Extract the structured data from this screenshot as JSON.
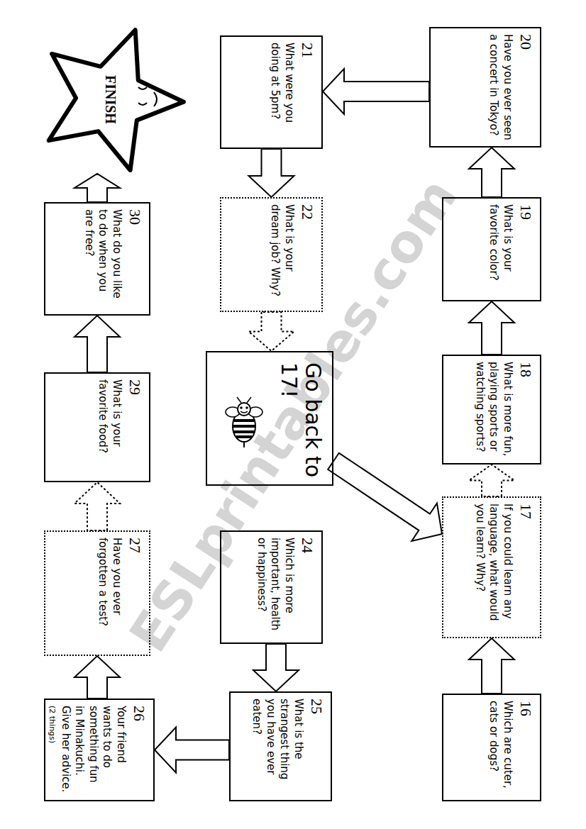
{
  "diagram": {
    "nodes": [
      {
        "text": [
          "16",
          "Which are cuter, cats or dogs?"
        ]
      },
      {
        "text": [
          "17",
          "If you could learn any language, what would you learn? Why?"
        ]
      },
      {
        "text": [
          "18",
          "What is more fun, playing sports or watching sports?"
        ]
      },
      {
        "text": [
          "19",
          "What is your favorite color?"
        ]
      },
      {
        "text": [
          "20",
          "Have you ever seen a concert in Tokyo?"
        ]
      },
      {
        "text": [
          "21",
          "What were you doing at 5pm?"
        ]
      },
      {
        "text": [
          "22",
          "What is your dream job? Why?"
        ]
      },
      {
        "text": [
          "Go back to 17!"
        ]
      },
      {
        "text": [
          "24",
          "Which is more important, health or happiness?"
        ]
      },
      {
        "text": [
          "25",
          "What is the strangest thing you have ever eaten?"
        ]
      },
      {
        "text": [
          "26",
          "Your friend wants to do something fun in Minakuchi. Give her advice.",
          "(2 things)"
        ]
      },
      {
        "text": [
          "27",
          "Have you ever forgotten a test?"
        ]
      },
      {
        "text": [
          "29",
          "What is your favorite food?"
        ]
      },
      {
        "text": [
          "30",
          "What do you like to do when you are free?"
        ]
      },
      {
        "text": [
          "FINISH"
        ]
      }
    ],
    "edges": [
      {
        "from": 0,
        "to": 1,
        "arrow": "to"
      },
      {
        "from": 1,
        "to": 2,
        "arrow": "to"
      },
      {
        "from": 2,
        "to": 3,
        "arrow": "to"
      },
      {
        "from": 3,
        "to": 4,
        "arrow": "to"
      },
      {
        "from": 4,
        "to": 5,
        "arrow": "to"
      },
      {
        "from": 5,
        "to": 6,
        "arrow": "to"
      },
      {
        "from": 6,
        "to": 7,
        "arrow": "to"
      },
      {
        "from": 7,
        "to": 1,
        "arrow": "to"
      },
      {
        "from": 8,
        "to": 9,
        "arrow": "to"
      },
      {
        "from": 9,
        "to": 10,
        "arrow": "to"
      },
      {
        "from": 10,
        "to": 11,
        "arrow": "to"
      },
      {
        "from": 11,
        "to": 12,
        "arrow": "to"
      },
      {
        "from": 12,
        "to": 13,
        "arrow": "to"
      },
      {
        "from": 13,
        "to": 14,
        "arrow": "to"
      }
    ],
    "labels": [
      "ESLprintables.com"
    ]
  }
}
